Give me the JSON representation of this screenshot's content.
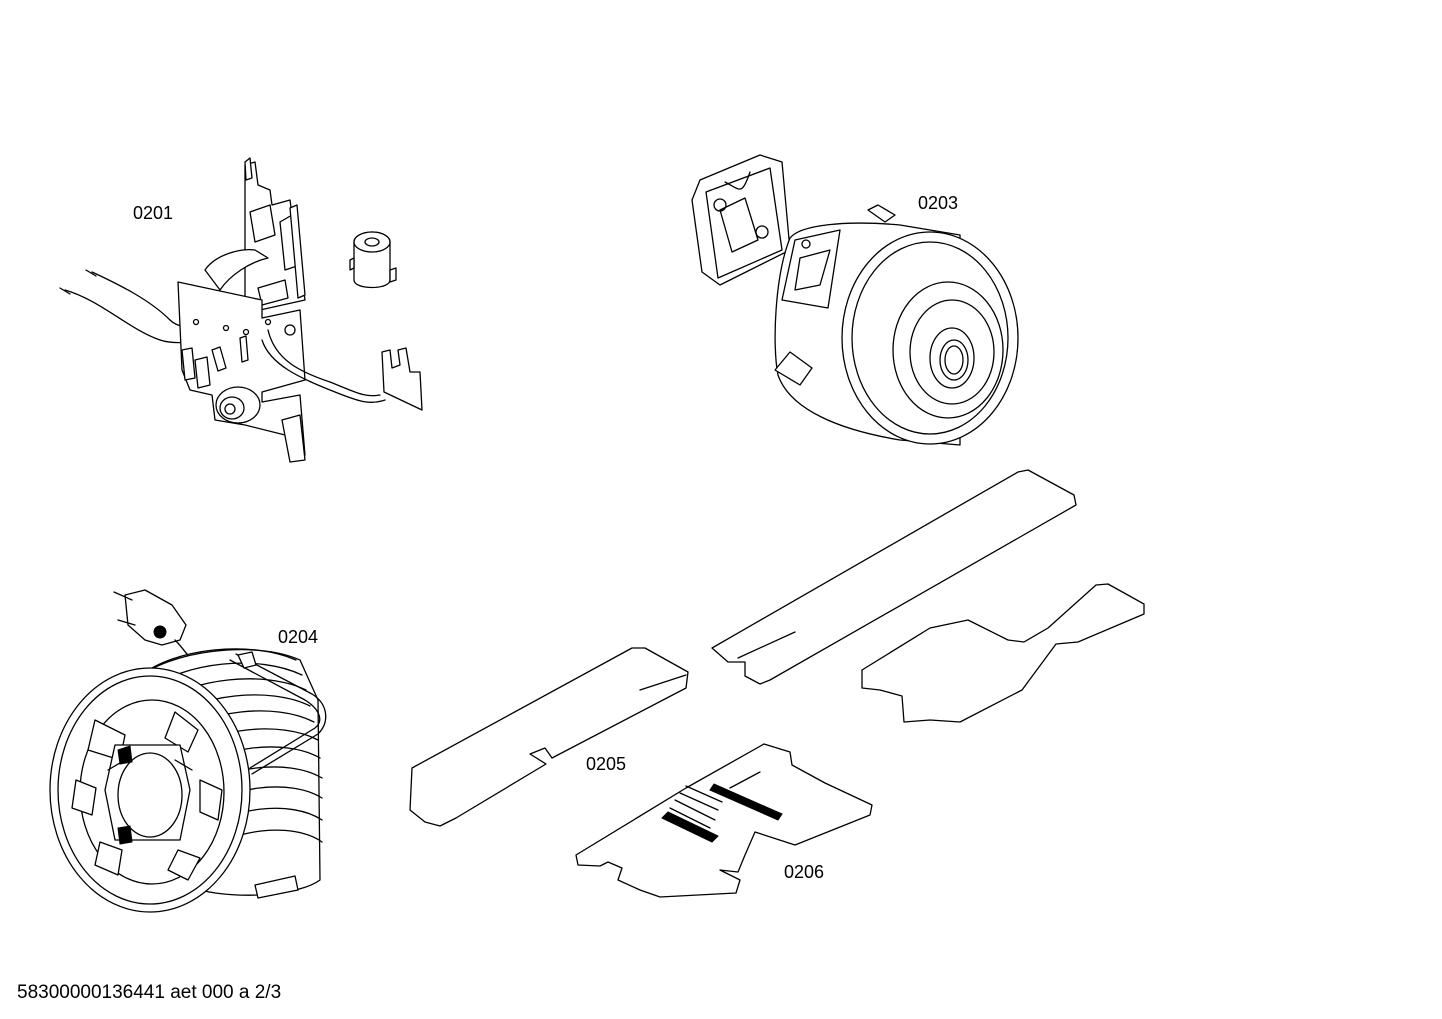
{
  "diagram": {
    "parts": [
      {
        "id": "0201",
        "label": "0201",
        "icon": "electronic-board-icon"
      },
      {
        "id": "0203",
        "label": "0203",
        "icon": "motor-icon"
      },
      {
        "id": "0204",
        "label": "0204",
        "icon": "cable-reel-icon"
      },
      {
        "id": "0205",
        "label": "0205",
        "icon": "foam-strip-icon"
      },
      {
        "id": "0206",
        "label": "0206",
        "icon": "filter-pad-icon"
      }
    ],
    "footer": "58300000136441 aet 000 a 2/3",
    "colors": {
      "line": "#000000",
      "background": "#ffffff"
    }
  }
}
